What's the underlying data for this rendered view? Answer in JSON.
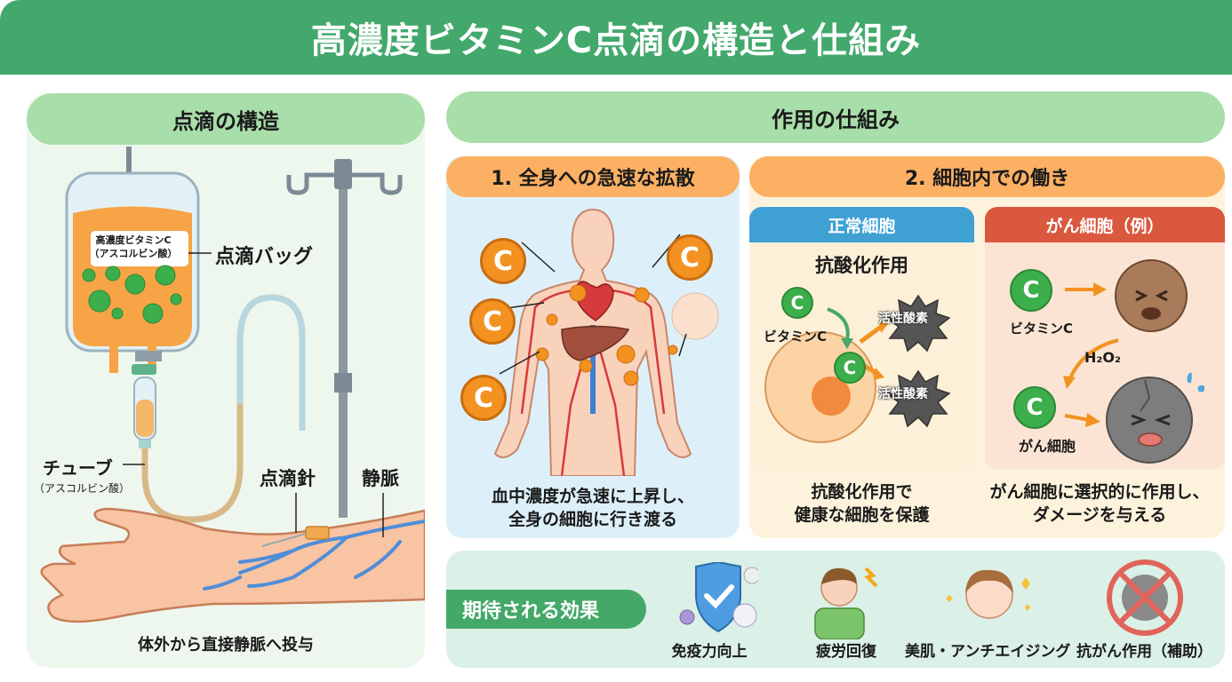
{
  "header": {
    "title": "高濃度ビタミンC点滴の構造と仕組み"
  },
  "colors": {
    "banner": "#42a86c",
    "section_pill": "#a8dea9",
    "sub_pill": "#fbb063",
    "normal_cell_head": "#3fa0d4",
    "cancer_cell_head": "#d9583e",
    "vitamin_c_green": "#3cae4b",
    "vitamin_c_orange": "#f39221"
  },
  "structure": {
    "title": "点滴の構造",
    "bag_label_line1": "高濃度ビタミンC",
    "bag_label_line2": "（アスコルビン酸）",
    "bag_callout": "点滴バッグ",
    "tube_label": "チューブ",
    "tube_sublabel": "（アスコルビン酸）",
    "needle_label": "点滴針",
    "vein_label": "静脈",
    "caption": "体外から直接静脈へ投与"
  },
  "mechanism": {
    "title": "作用の仕組み",
    "step1": {
      "title": "1. 全身への急速な拡散",
      "caption_line1": "血中濃度が急速に上昇し、",
      "caption_line2": "全身の細胞に行き渡る",
      "icon_letter": "C"
    },
    "step2": {
      "title": "2. 細胞内での働き",
      "normal": {
        "head": "正常細胞",
        "subtitle": "抗酸化作用",
        "vitc_label": "ビタミンC",
        "ros1": "活性酸素",
        "ros2": "活性酸素",
        "caption_line1": "抗酸化作用で",
        "caption_line2": "健康な細胞を保護"
      },
      "cancer": {
        "head": "がん細胞（例）",
        "vitc_label": "ビタミンC",
        "h2o2": "H₂O₂",
        "cell_label": "がん細胞",
        "caption_line1": "がん細胞に選択的に作用し、",
        "caption_line2": "ダメージを与える"
      }
    }
  },
  "effects": {
    "tag": "期待される効果",
    "items": [
      {
        "label": "免疫力向上",
        "icon": "shield-check-icon"
      },
      {
        "label": "疲労回復",
        "icon": "tired-person-icon"
      },
      {
        "label": "美肌・アンチエイジング",
        "icon": "glowing-face-icon"
      },
      {
        "label": "抗がん作用（補助）",
        "icon": "no-cancer-cell-icon"
      }
    ]
  }
}
